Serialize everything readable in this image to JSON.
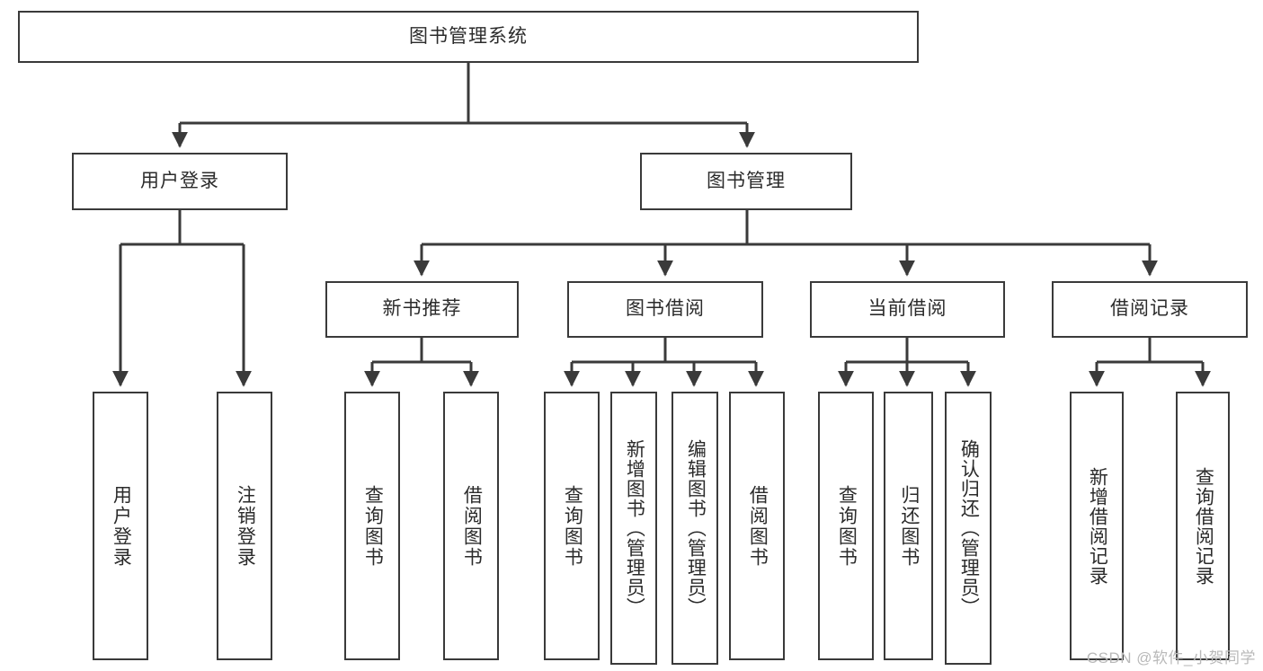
{
  "diagram": {
    "type": "tree",
    "title": "图书管理系统",
    "root": {
      "label": "图书管理系统"
    },
    "level1": [
      {
        "label": "用户登录"
      },
      {
        "label": "图书管理"
      }
    ],
    "level2": [
      {
        "label": "新书推荐"
      },
      {
        "label": "图书借阅"
      },
      {
        "label": "当前借阅"
      },
      {
        "label": "借阅记录"
      }
    ],
    "leaves": {
      "user_login": [
        {
          "label": "用户登录"
        },
        {
          "label": "注销登录"
        }
      ],
      "new_book": [
        {
          "label": "查询图书"
        },
        {
          "label": "借阅图书"
        }
      ],
      "book_borrow": [
        {
          "label": "查询图书"
        },
        {
          "label": "新增图书（管理员）"
        },
        {
          "label": "编辑图书（管理员）"
        },
        {
          "label": "借阅图书"
        }
      ],
      "current_borrow": [
        {
          "label": "查询图书"
        },
        {
          "label": "归还图书"
        },
        {
          "label": "确认归还（管理员）"
        }
      ],
      "borrow_record": [
        {
          "label": "新增借阅记录"
        },
        {
          "label": "查询借阅记录"
        }
      ]
    }
  },
  "watermark": {
    "text": "CSDN @软件_小贺同学"
  },
  "colors": {
    "box_border": "#3a3a3a",
    "box_fill": "#ffffff",
    "connector": "#3a3a3a",
    "text": "#2b2b2b",
    "watermark": "#b9b9b9"
  }
}
